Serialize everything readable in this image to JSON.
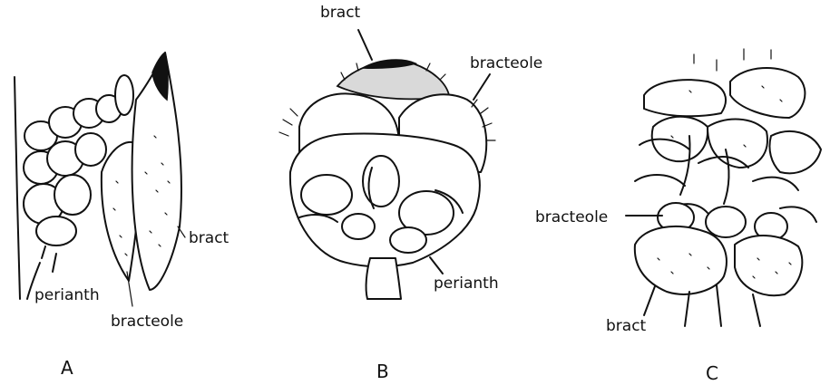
{
  "figure": {
    "panels": [
      {
        "id": "A",
        "letter": "A",
        "labels": {
          "bract": "bract",
          "perianth": "perianth",
          "bracteole": "bracteole"
        }
      },
      {
        "id": "B",
        "letter": "B",
        "labels": {
          "bract": "bract",
          "bracteole": "bracteole",
          "perianth": "perianth"
        }
      },
      {
        "id": "C",
        "letter": "C",
        "labels": {
          "bracteole": "bracteole",
          "bract": "bract"
        }
      }
    ]
  }
}
